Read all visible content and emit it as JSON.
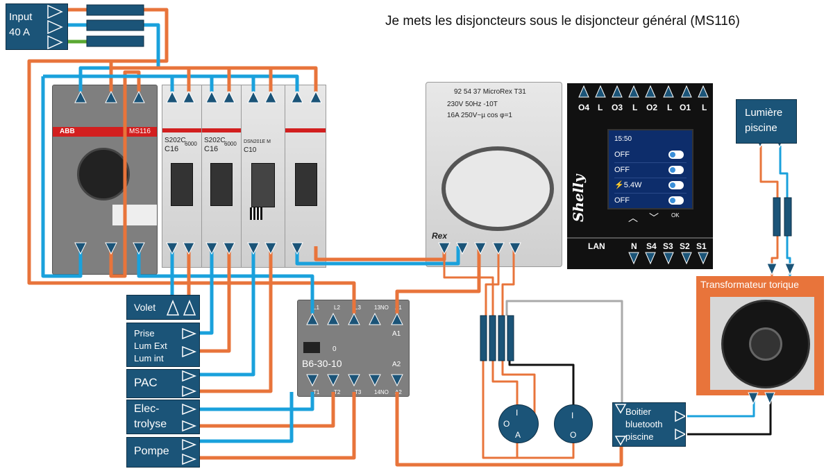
{
  "title": "Je mets les disjoncteurs sous le disjoncteur général (MS116)",
  "input": {
    "line1": "Input",
    "line2": "40 A"
  },
  "ms116": {
    "brand": "ABB",
    "model": "MS116"
  },
  "breakers": [
    {
      "model": "S202C",
      "rating": "C16",
      "code": "6000"
    },
    {
      "model": "S202C",
      "rating": "C16",
      "code": "6000"
    },
    {
      "model": "DSN201E M",
      "rating": "C10",
      "code": ""
    }
  ],
  "rex": {
    "header": "92 54 37 MicroRex T31",
    "spec1": "230V 50Hz -10T",
    "spec2": "16A 250V~µ cos φ=1",
    "brand": "Rex"
  },
  "shelly": {
    "top_terminals": [
      "O4",
      "L",
      "O3",
      "L",
      "O2",
      "L",
      "O1",
      "L"
    ],
    "time": "15:50",
    "rows": [
      "OFF",
      "OFF",
      "5.4W",
      "OFF"
    ],
    "logo": "Shelly",
    "bottom_terminals": [
      "LAN",
      "N",
      "S4",
      "S3",
      "S2",
      "S1"
    ]
  },
  "contactor": {
    "model": "B6-30-10",
    "top_terms": [
      "L1",
      "L2",
      "L3",
      "13NO",
      "A1"
    ],
    "bottom_terms": [
      "T1",
      "T2",
      "T3",
      "14NO",
      "A2"
    ],
    "a1": "A1",
    "a2": "A2",
    "zero": "0"
  },
  "loads": [
    {
      "lines": [
        "Volet"
      ]
    },
    {
      "lines": [
        "Prise",
        "Lum Ext",
        "Lum int"
      ]
    },
    {
      "lines": [
        "PAC"
      ]
    },
    {
      "lines": [
        "Elec-",
        "trolyse"
      ]
    },
    {
      "lines": [
        "Pompe"
      ]
    }
  ],
  "switch1": {
    "labels": [
      "I",
      "O",
      "A"
    ]
  },
  "switch2": {
    "labels": [
      "I",
      "O"
    ]
  },
  "bluetooth": {
    "lines": [
      "Boitier",
      "bluetooth",
      "piscine"
    ]
  },
  "transformer": {
    "label": "Transformateur torique"
  },
  "light": {
    "lines": [
      "Lumière",
      "piscine"
    ]
  },
  "colors": {
    "orange": "#e8743b",
    "blue": "#1aa1dc",
    "green": "#5aa832",
    "navy": "#1b5478",
    "black": "#111111",
    "grey": "#aaaaaa"
  }
}
